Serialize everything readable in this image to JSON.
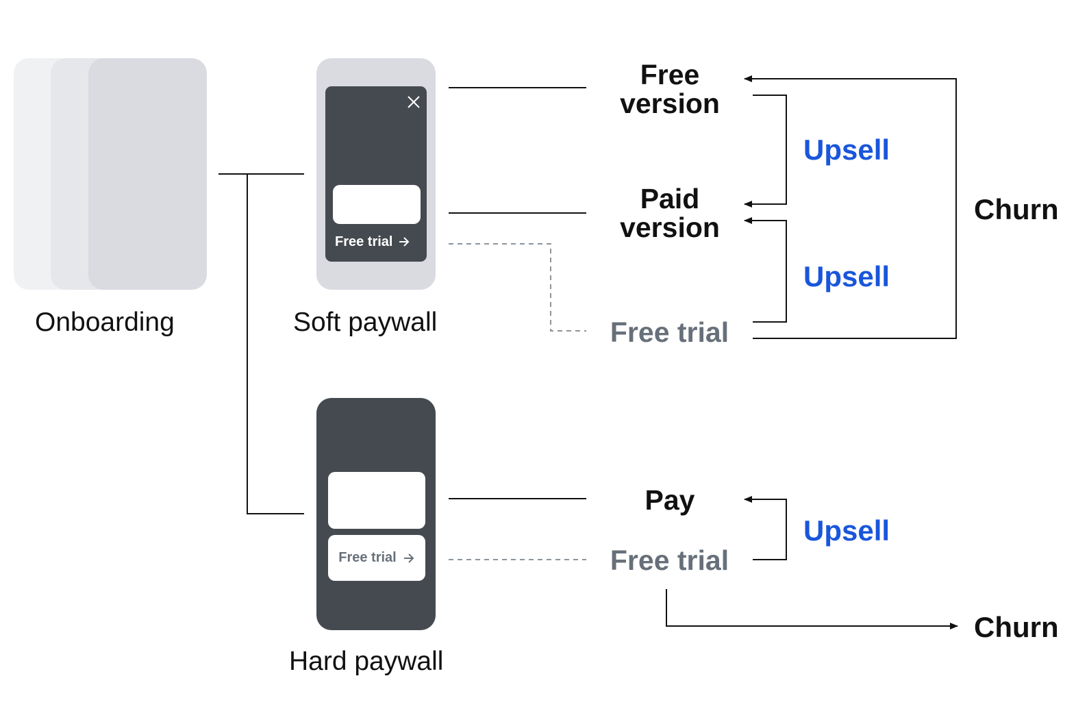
{
  "colors": {
    "text": "#111111",
    "muted": "#67707a",
    "upsell": "#1a56db",
    "screen_dark": "#454a50",
    "screen_light": "#d9dbe1",
    "onboard_1": "#f0f1f3",
    "onboard_2": "#e6e7ea",
    "onboard_3": "#d9dbe1"
  },
  "onboarding": {
    "label": "Onboarding"
  },
  "soft_paywall": {
    "label": "Soft paywall",
    "close_icon": "close-icon",
    "trial_button": "Free trial",
    "arrow_icon": "arrow-right-icon"
  },
  "hard_paywall": {
    "label": "Hard paywall",
    "trial_button": "Free trial",
    "arrow_icon": "arrow-right-icon"
  },
  "soft_outcomes": {
    "free_version": "Free\nversion",
    "paid_version": "Paid\nversion",
    "free_trial": "Free trial",
    "upsell_1": "Upsell",
    "upsell_2": "Upsell",
    "churn": "Churn"
  },
  "hard_outcomes": {
    "pay": "Pay",
    "free_trial": "Free trial",
    "upsell": "Upsell",
    "churn": "Churn"
  }
}
